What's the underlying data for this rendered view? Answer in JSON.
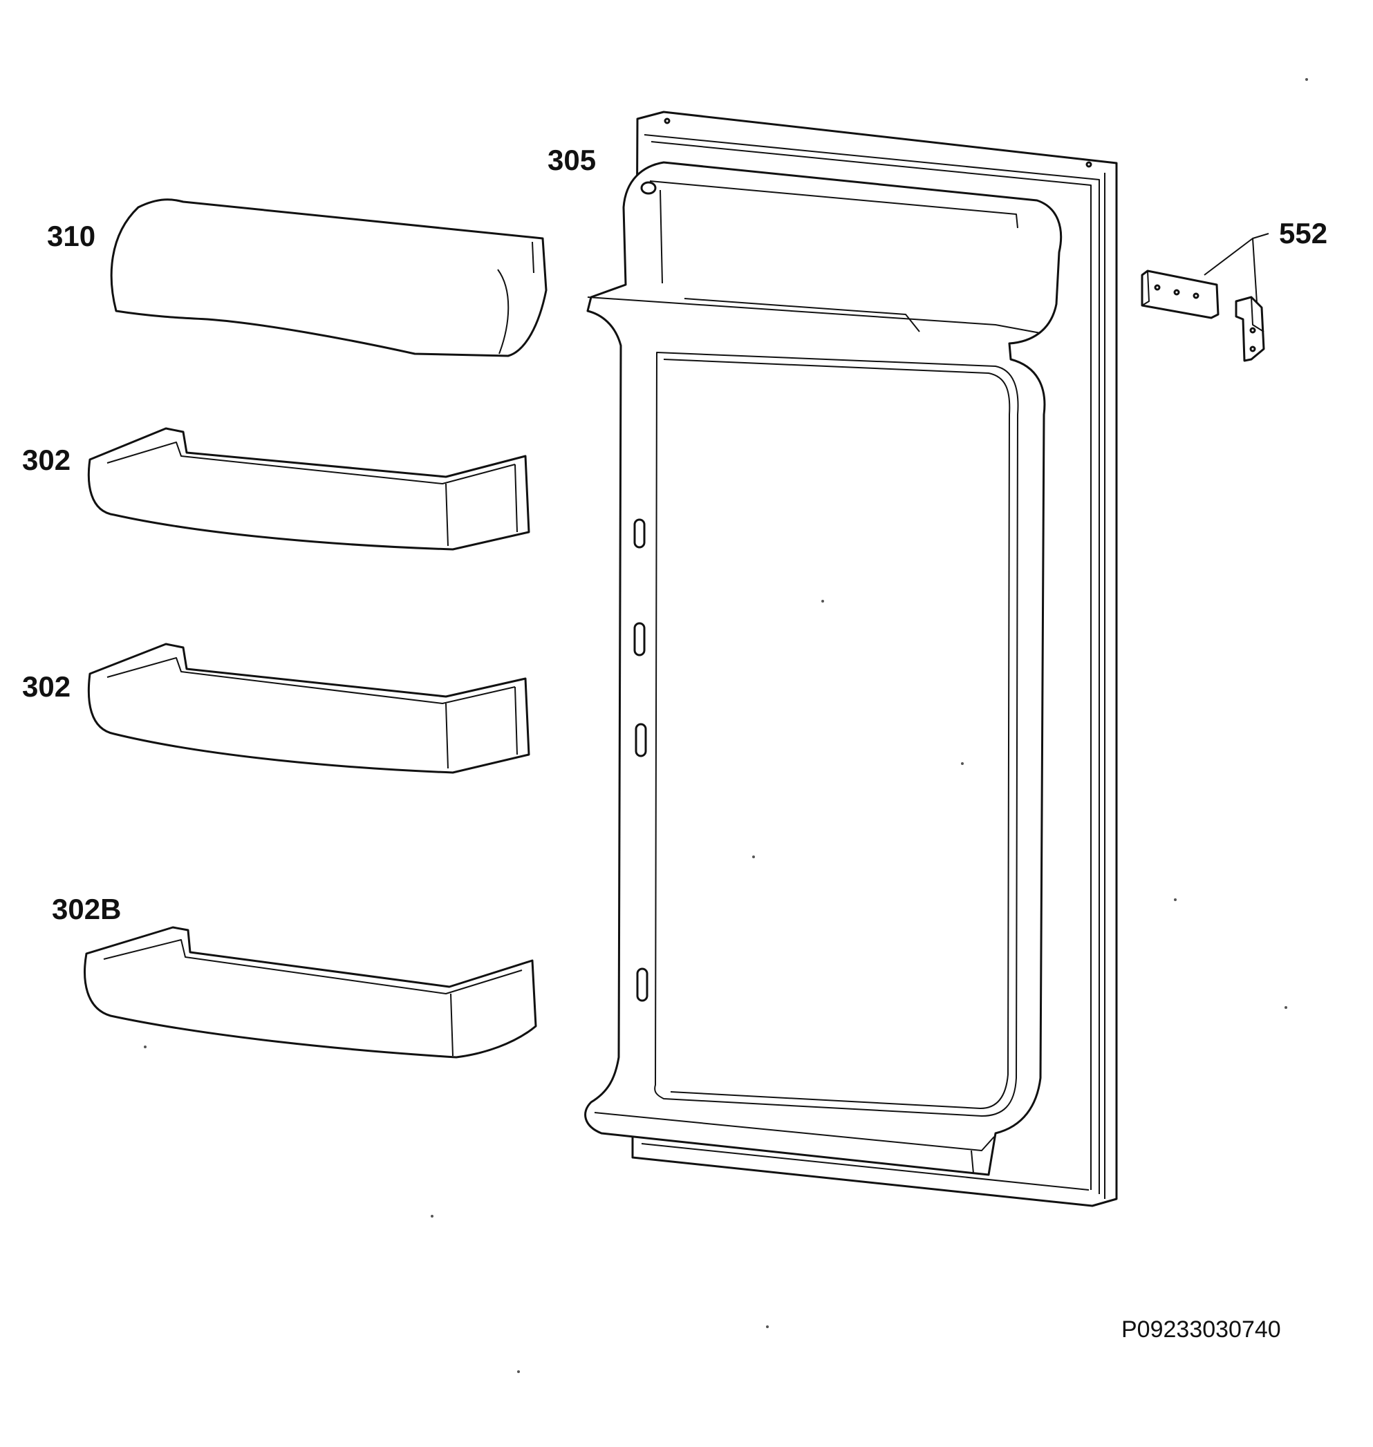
{
  "labels": {
    "p310": "310",
    "p302_upper": "302",
    "p302_lower": "302",
    "p302b": "302B",
    "p305": "305",
    "p552": "552"
  },
  "drawing_code": "P09233030740",
  "colors": {
    "line": "#111111",
    "background": "#ffffff"
  }
}
